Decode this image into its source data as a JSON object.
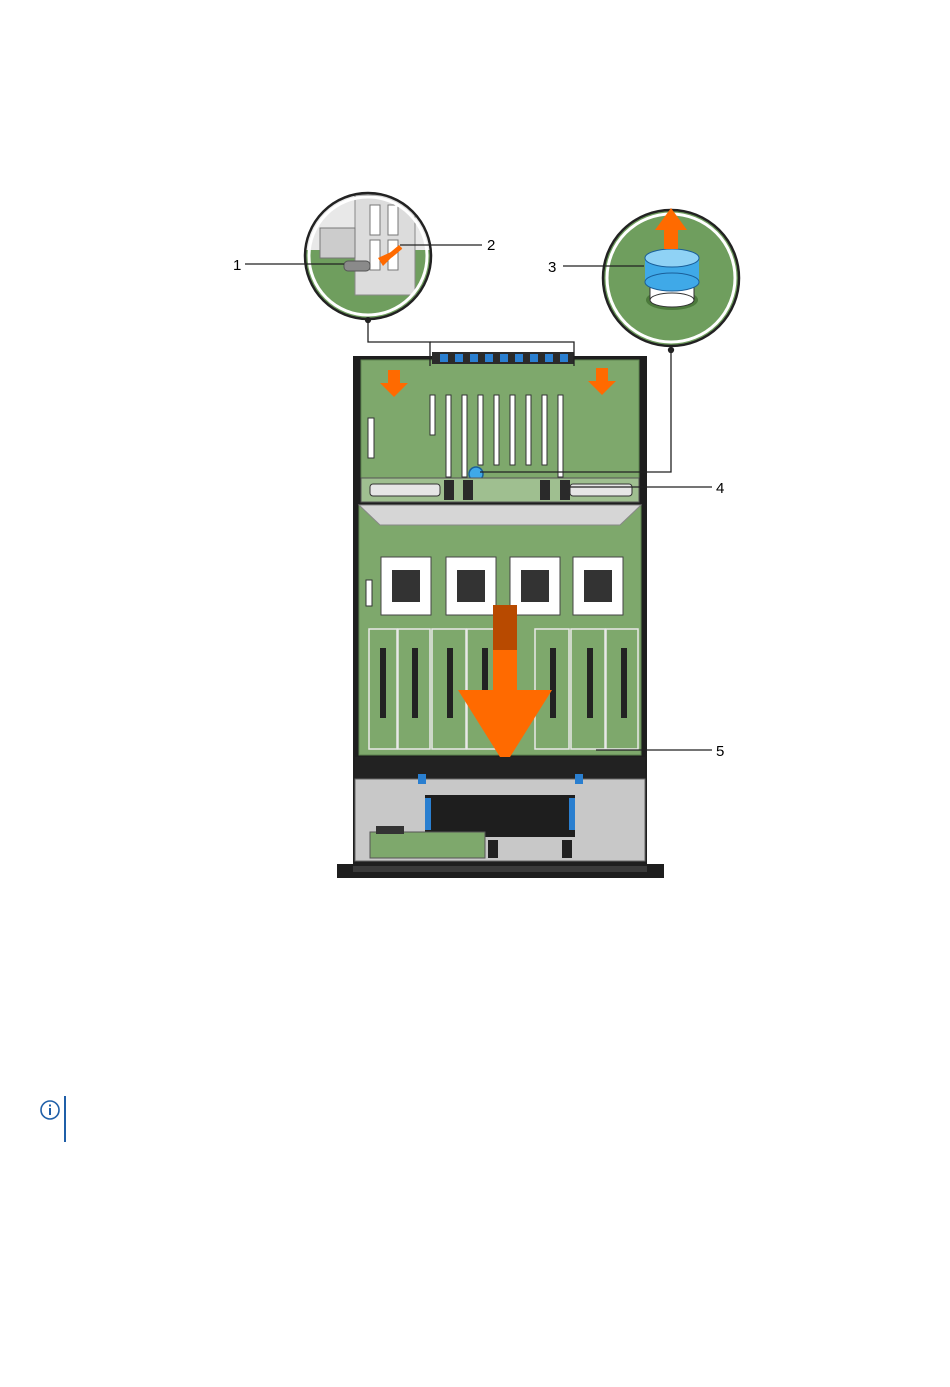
{
  "figure": {
    "callouts": [
      "1",
      "2",
      "3",
      "4",
      "5"
    ]
  },
  "note": {
    "icon": "info-icon",
    "text": ""
  },
  "colors": {
    "board_green": "#7ea86c",
    "chassis_dark": "#2b2b2b",
    "arrow_orange": "#ff6a00",
    "connector_blue": "#1f7fd0",
    "tray_gray": "#c8c8c8"
  }
}
